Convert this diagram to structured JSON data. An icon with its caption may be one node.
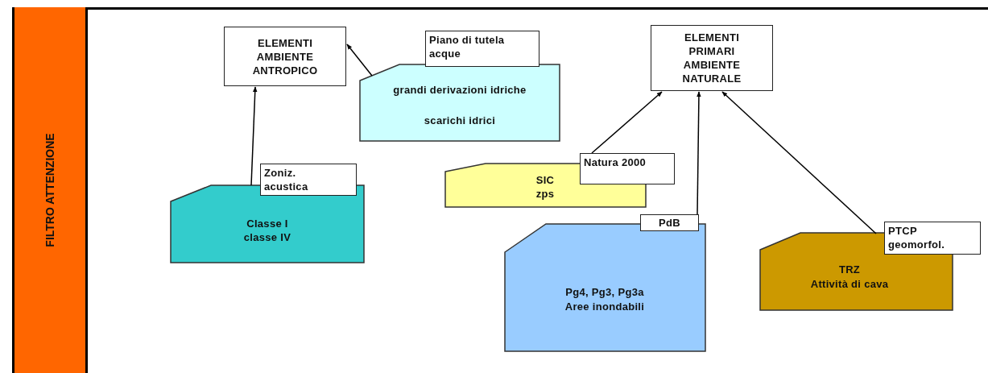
{
  "diagram": {
    "nodes": [
      {
        "text": [
          "FILTRO ATTENZIONE"
        ]
      },
      {
        "text": [
          "ELEMENTI AMBIENTE ANTROPICO"
        ]
      },
      {
        "text": [
          "Piano di tutela acque"
        ]
      },
      {
        "text": [
          "grandi derivazioni idriche",
          "scarichi idrici"
        ]
      },
      {
        "text": [
          "Zoniz. acustica"
        ]
      },
      {
        "text": [
          "Classe I classe IV"
        ]
      },
      {
        "text": [
          "ELEMENTI PRIMARI AMBIENTE NATURALE"
        ]
      },
      {
        "text": [
          "Natura 2000"
        ]
      },
      {
        "text": [
          "SIC zps"
        ]
      },
      {
        "text": [
          "PdB"
        ]
      },
      {
        "text": [
          "Pg4, Pg3, Pg3a",
          "Aree inondabili"
        ]
      },
      {
        "text": [
          "PTCP geomorfol."
        ]
      },
      {
        "text": [
          "TRZ",
          "Attività di cava"
        ]
      }
    ],
    "edges": [
      {
        "from": 3,
        "to": 1,
        "arrow": "to"
      },
      {
        "from": 5,
        "to": 1,
        "arrow": "to"
      },
      {
        "from": 7,
        "to": 6,
        "arrow": "to"
      },
      {
        "from": 9,
        "to": 6,
        "arrow": "to"
      },
      {
        "from": 12,
        "to": 6,
        "arrow": "to"
      }
    ]
  }
}
